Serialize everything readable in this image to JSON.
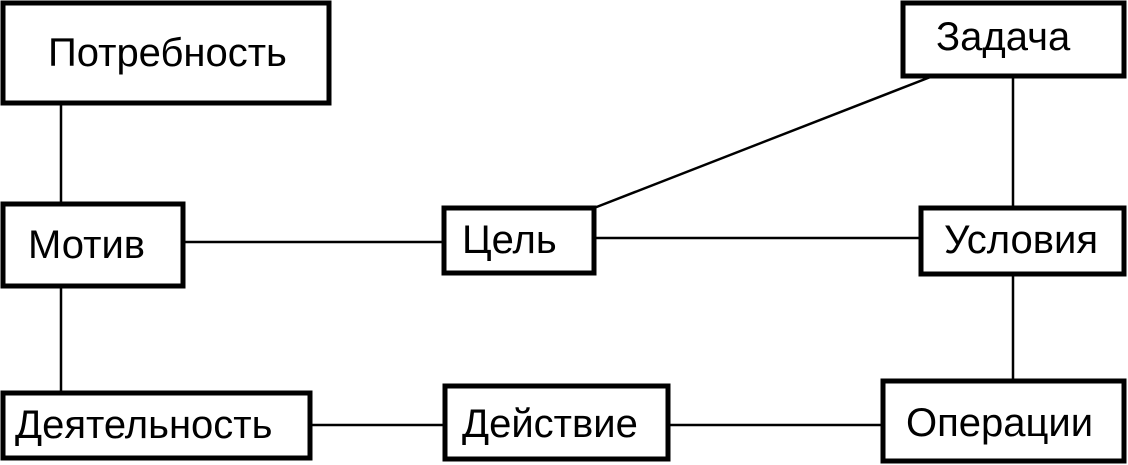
{
  "diagram": {
    "nodes": {
      "need": "Потребность",
      "motive": "Мотив",
      "activity": "Деятельность",
      "goal": "Цель",
      "action": "Действие",
      "task": "Задача",
      "conditions": "Условия",
      "operations": "Операции"
    },
    "edges": [
      {
        "from": "need",
        "to": "motive"
      },
      {
        "from": "motive",
        "to": "activity"
      },
      {
        "from": "motive",
        "to": "goal"
      },
      {
        "from": "goal",
        "to": "task"
      },
      {
        "from": "goal",
        "to": "conditions"
      },
      {
        "from": "task",
        "to": "conditions"
      },
      {
        "from": "conditions",
        "to": "operations"
      },
      {
        "from": "activity",
        "to": "action"
      },
      {
        "from": "action",
        "to": "operations"
      }
    ]
  }
}
